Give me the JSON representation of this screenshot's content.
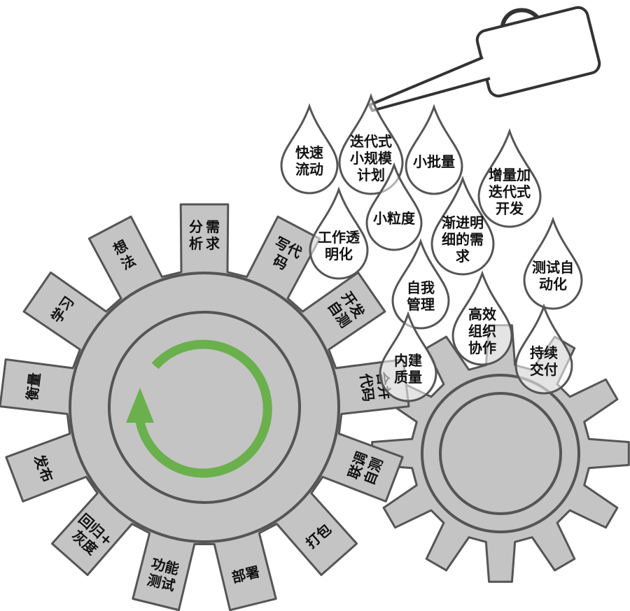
{
  "colors": {
    "gear_fill": "#c4c4c4",
    "gear_stroke": "#555555",
    "drop_stroke": "#555555",
    "arrow": "#6ab04c",
    "background": "#ffffff"
  },
  "watering_can": {
    "icon": "watering-can-icon"
  },
  "big_gear": {
    "icon": "cycle-arrow-icon",
    "teeth": [
      {
        "lines": [
          "分",
          "析"
        ],
        "lines2": [
          "需",
          "求"
        ]
      },
      {
        "lines": [
          "写代",
          "码"
        ]
      },
      {
        "lines": [
          "开发",
          "自测"
        ]
      },
      {
        "lines": [
          "合并",
          "代码"
        ]
      },
      {
        "lines": [
          "联调",
          "自测"
        ]
      },
      {
        "lines": [
          "打包"
        ]
      },
      {
        "lines": [
          "部署"
        ]
      },
      {
        "lines": [
          "功能",
          "测试"
        ]
      },
      {
        "lines": [
          "回归+",
          "灰度"
        ]
      },
      {
        "lines": [
          "发布"
        ]
      },
      {
        "lines": [
          "衡量"
        ]
      },
      {
        "lines": [
          "学习"
        ]
      },
      {
        "lines": [
          "想",
          "法"
        ]
      }
    ]
  },
  "drops": [
    {
      "lines": [
        "快速",
        "流动"
      ]
    },
    {
      "lines": [
        "迭代式",
        "小规模",
        "计划"
      ]
    },
    {
      "lines": [
        "小批量"
      ]
    },
    {
      "lines": [
        "增量加",
        "迭代式",
        "开发"
      ]
    },
    {
      "lines": [
        "小粒度"
      ]
    },
    {
      "lines": [
        "渐进明",
        "细的需",
        "求"
      ]
    },
    {
      "lines": [
        "工作透",
        "明化"
      ]
    },
    {
      "lines": [
        "测试自",
        "动化"
      ]
    },
    {
      "lines": [
        "自我",
        "管理"
      ]
    },
    {
      "lines": [
        "高效",
        "组织",
        "协作"
      ]
    },
    {
      "lines": [
        "内建",
        "质量"
      ]
    },
    {
      "lines": [
        "持续",
        "交付"
      ]
    }
  ]
}
